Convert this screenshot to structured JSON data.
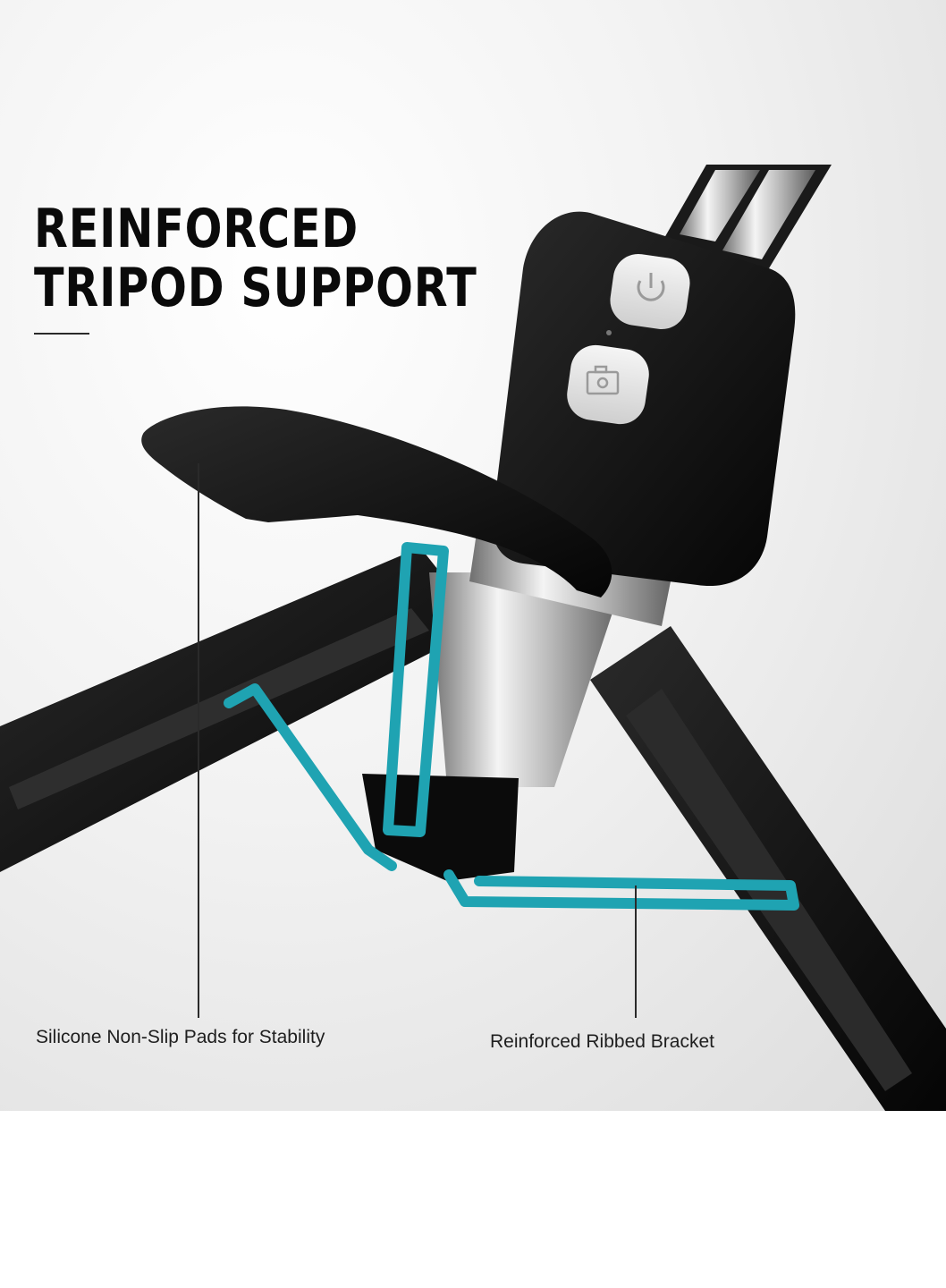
{
  "headline": {
    "line1": "REINFORCED",
    "line2": "TRIPOD SUPPORT"
  },
  "callouts": [
    {
      "label": "Silicone Non-Slip Pads for Stability"
    },
    {
      "label": "Reinforced Ribbed Bracket"
    }
  ],
  "remote": {
    "buttons": [
      {
        "icon": "power-icon"
      },
      {
        "icon": "camera-shutter-icon"
      }
    ]
  },
  "colors": {
    "accent": "#1fa3b2",
    "body": "#111111",
    "button": "#e6e6e6",
    "chrome": "#c8c8c8"
  }
}
